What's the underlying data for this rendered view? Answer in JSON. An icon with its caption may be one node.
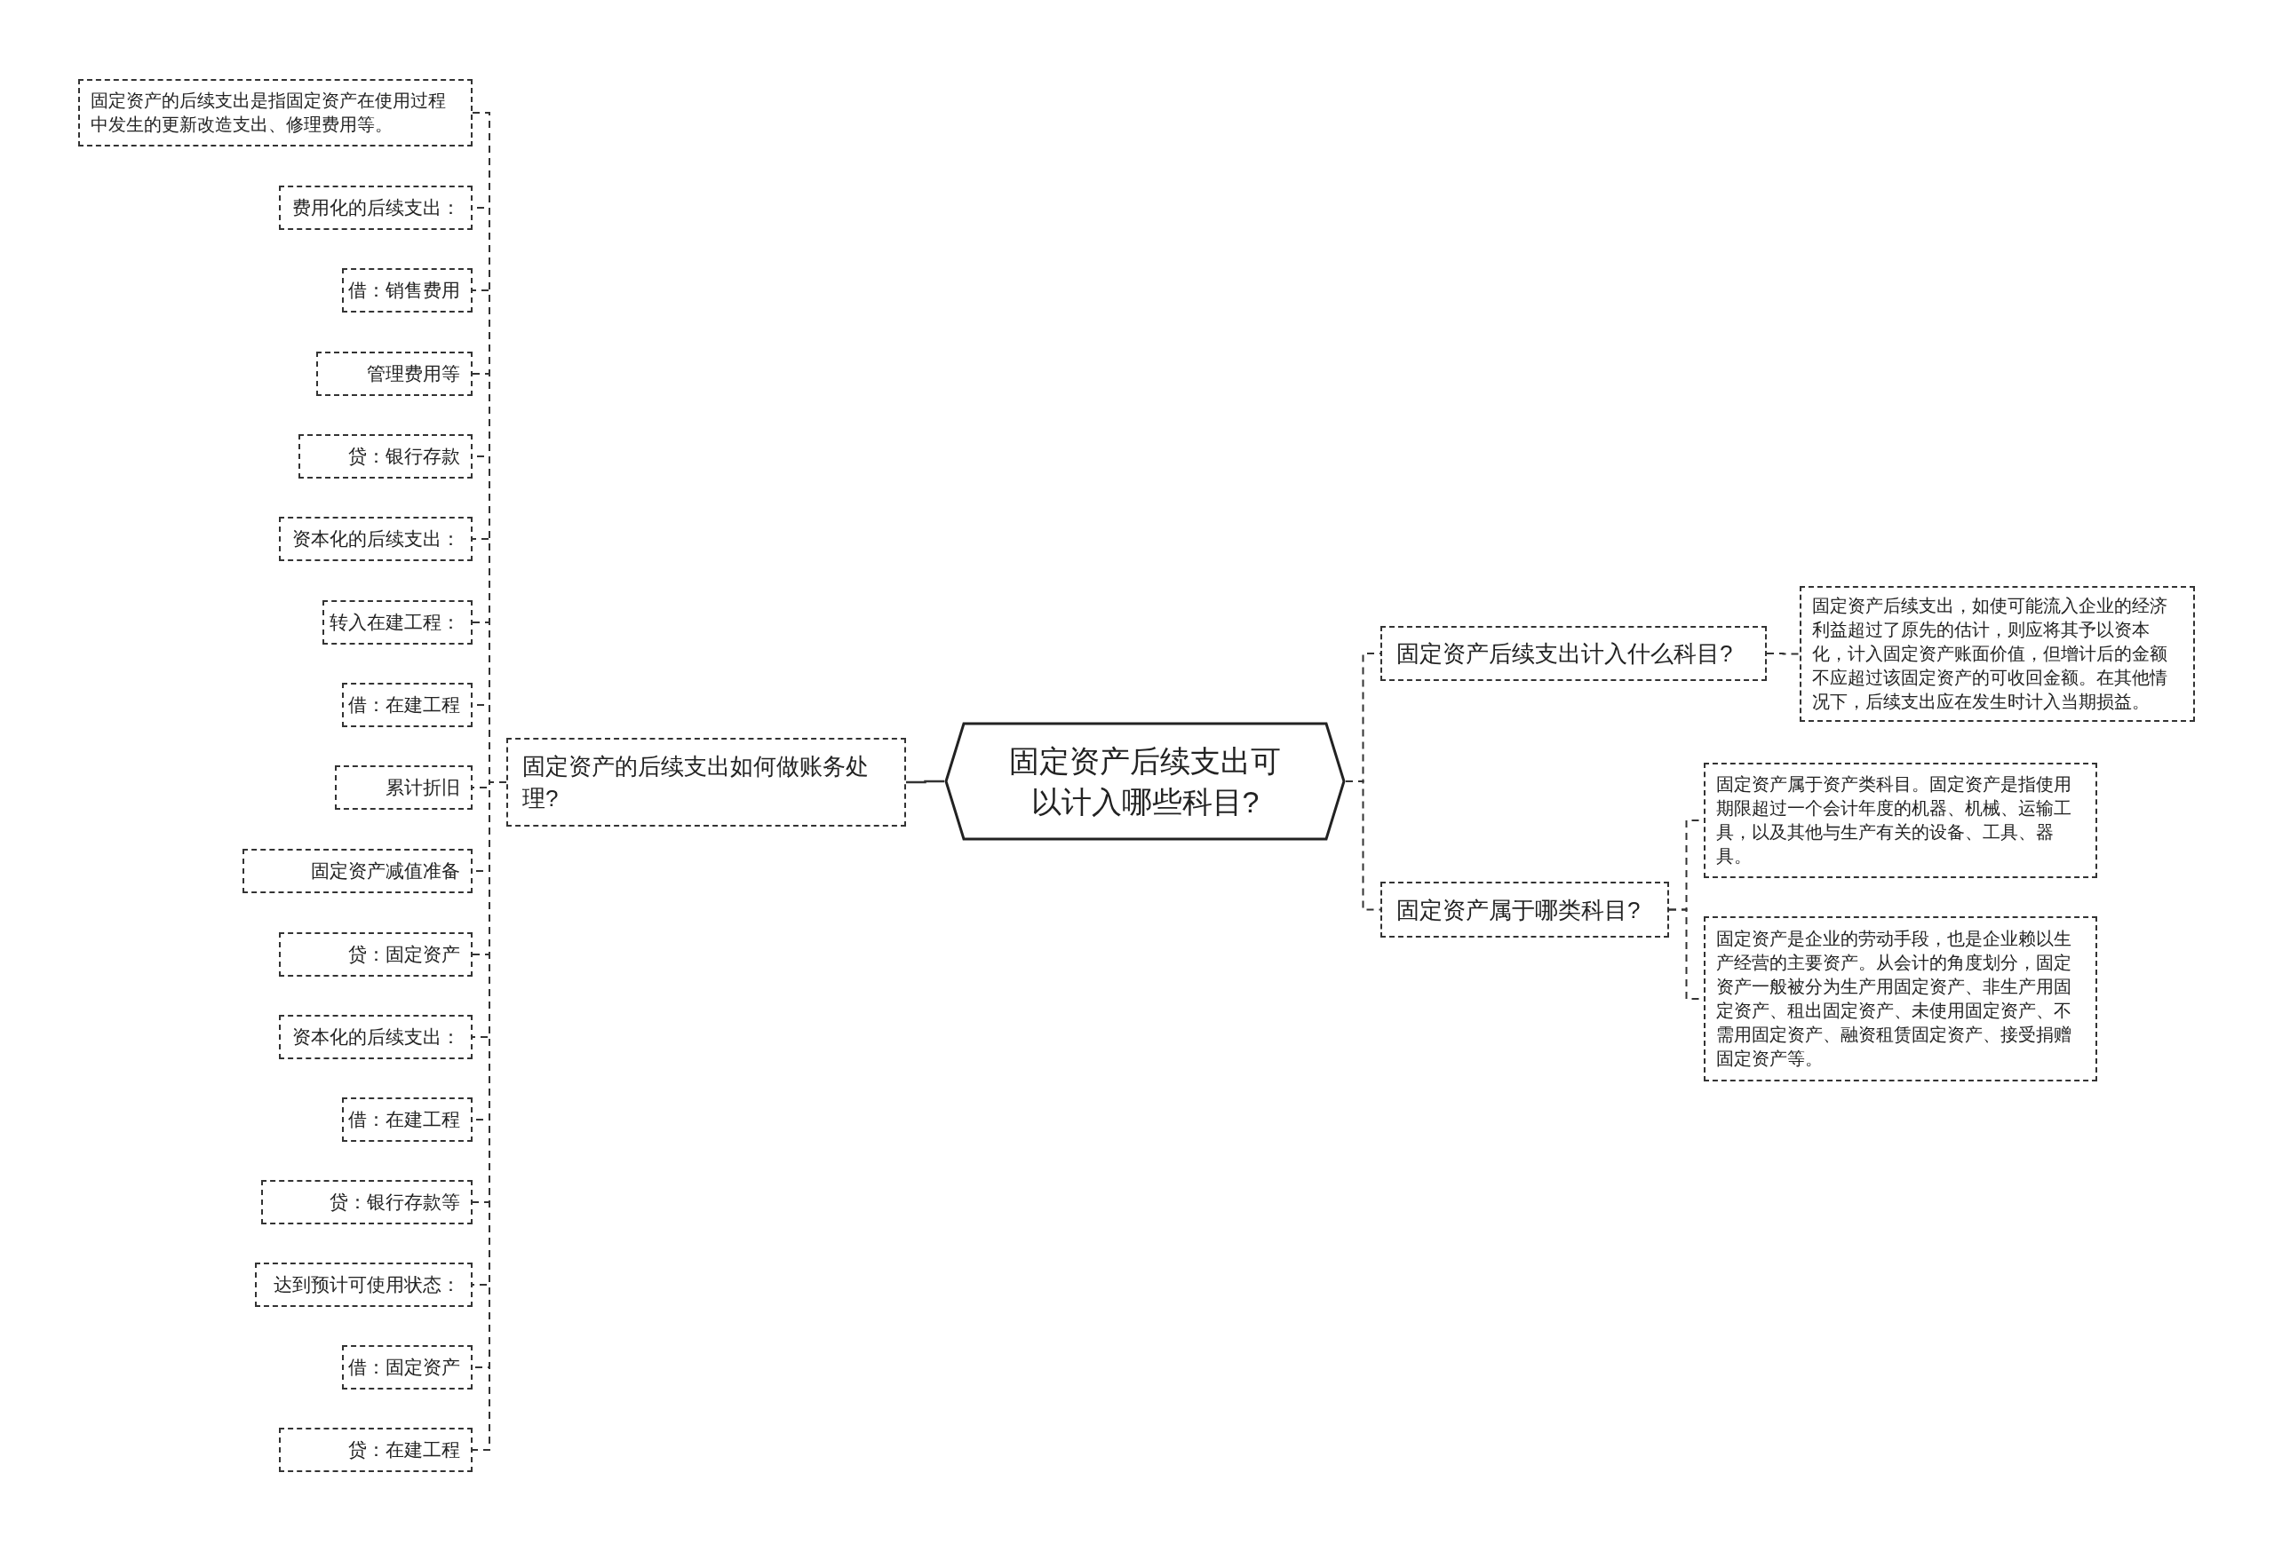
{
  "diagram": {
    "nodes": [
      {
        "text": [
          "固定资产后续支出可以计入哪些科目?"
        ]
      },
      {
        "text": [
          "固定资产的后续支出如何做账务处理?"
        ]
      },
      {
        "text": [
          "固定资产的后续支出是指固定资产在使用过程中发生的更新改造支出、修理费用等。"
        ]
      },
      {
        "text": [
          "费用化的后续支出："
        ]
      },
      {
        "text": [
          "借：销售费用"
        ]
      },
      {
        "text": [
          "管理费用等"
        ]
      },
      {
        "text": [
          "贷：银行存款"
        ]
      },
      {
        "text": [
          "资本化的后续支出："
        ]
      },
      {
        "text": [
          "转入在建工程："
        ]
      },
      {
        "text": [
          "借：在建工程"
        ]
      },
      {
        "text": [
          "累计折旧"
        ]
      },
      {
        "text": [
          "固定资产减值准备"
        ]
      },
      {
        "text": [
          "贷：固定资产"
        ]
      },
      {
        "text": [
          "资本化的后续支出："
        ]
      },
      {
        "text": [
          "借：在建工程"
        ]
      },
      {
        "text": [
          "贷：银行存款等"
        ]
      },
      {
        "text": [
          "达到预计可使用状态："
        ]
      },
      {
        "text": [
          "借：固定资产"
        ]
      },
      {
        "text": [
          "贷：在建工程"
        ]
      },
      {
        "text": [
          "固定资产后续支出计入什么科目?"
        ]
      },
      {
        "text": [
          "固定资产后续支出，如使可能流入企业的经济利益超过了原先的估计，则应将其予以资本化，计入固定资产账面价值，但增计后的金额不应超过该固定资产的可收回金额。在其他情况下，后续支出应在发生时计入当期损益。"
        ]
      },
      {
        "text": [
          "固定资产属于哪类科目?"
        ]
      },
      {
        "text": [
          "固定资产属于资产类科目。固定资产是指使用期限超过一个会计年度的机器、机械、运输工具，以及其他与生产有关的设备、工具、器具。"
        ]
      },
      {
        "text": [
          "固定资产是企业的劳动手段，也是企业赖以生产经营的主要资产。从会计的角度划分，固定资产一般被分为生产用固定资产、非生产用固定资产、租出固定资产、未使用固定资产、不需用固定资产、融资租赁固定资产、接受捐赠固定资产等。"
        ]
      }
    ],
    "edges": [
      {
        "from": 0,
        "to": 1,
        "arrow": "none"
      },
      {
        "from": 1,
        "to": 2,
        "arrow": "none",
        "style": "dashed"
      },
      {
        "from": 1,
        "to": 3,
        "arrow": "none",
        "style": "dashed"
      },
      {
        "from": 1,
        "to": 4,
        "arrow": "none",
        "style": "dashed"
      },
      {
        "from": 1,
        "to": 5,
        "arrow": "none",
        "style": "dashed"
      },
      {
        "from": 1,
        "to": 6,
        "arrow": "none",
        "style": "dashed"
      },
      {
        "from": 1,
        "to": 7,
        "arrow": "none",
        "style": "dashed"
      },
      {
        "from": 1,
        "to": 8,
        "arrow": "none",
        "style": "dashed"
      },
      {
        "from": 1,
        "to": 9,
        "arrow": "none",
        "style": "dashed"
      },
      {
        "from": 1,
        "to": 10,
        "arrow": "none",
        "style": "dashed"
      },
      {
        "from": 1,
        "to": 11,
        "arrow": "none",
        "style": "dashed"
      },
      {
        "from": 1,
        "to": 12,
        "arrow": "none",
        "style": "dashed"
      },
      {
        "from": 1,
        "to": 13,
        "arrow": "none",
        "style": "dashed"
      },
      {
        "from": 1,
        "to": 14,
        "arrow": "none",
        "style": "dashed"
      },
      {
        "from": 1,
        "to": 15,
        "arrow": "none",
        "style": "dashed"
      },
      {
        "from": 1,
        "to": 16,
        "arrow": "none",
        "style": "dashed"
      },
      {
        "from": 1,
        "to": 17,
        "arrow": "none",
        "style": "dashed"
      },
      {
        "from": 1,
        "to": 18,
        "arrow": "none",
        "style": "dashed"
      },
      {
        "from": 0,
        "to": 19,
        "arrow": "none",
        "style": "dashed"
      },
      {
        "from": 19,
        "to": 20,
        "arrow": "none",
        "style": "dashed"
      },
      {
        "from": 0,
        "to": 21,
        "arrow": "none",
        "style": "dashed"
      },
      {
        "from": 21,
        "to": 22,
        "arrow": "none",
        "style": "dashed"
      },
      {
        "from": 21,
        "to": 23,
        "arrow": "none",
        "style": "dashed"
      }
    ]
  }
}
